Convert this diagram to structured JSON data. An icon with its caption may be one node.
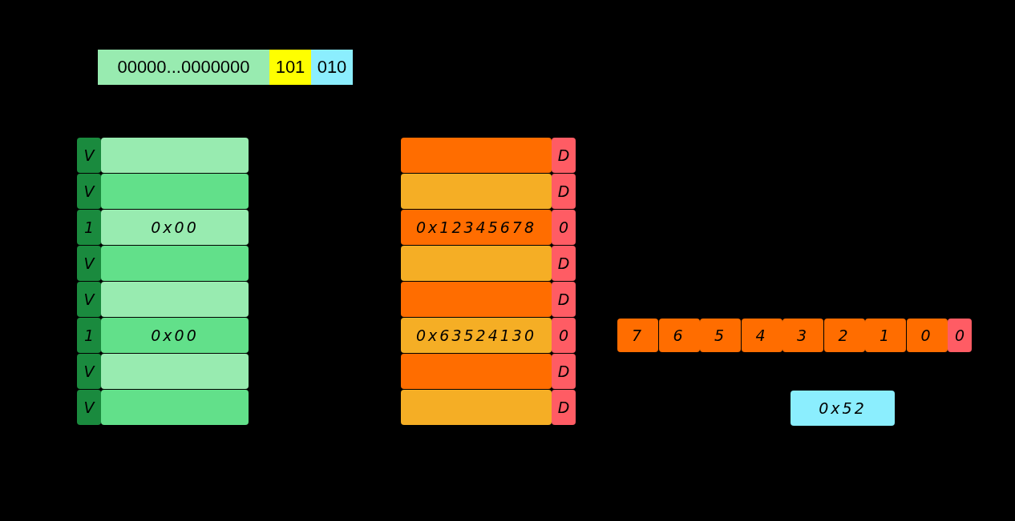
{
  "diagram": {
    "nodes": [
      {
        "text": [
          "00000...0000000"
        ]
      },
      {
        "text": [
          "101"
        ]
      },
      {
        "text": [
          "010"
        ]
      },
      {
        "text": [
          "V"
        ]
      },
      {
        "text": [],
        "shape": "box"
      },
      {
        "text": [
          "V"
        ]
      },
      {
        "text": [],
        "shape": "box"
      },
      {
        "text": [
          "1"
        ]
      },
      {
        "text": [
          "0x00"
        ]
      },
      {
        "text": [
          "V"
        ]
      },
      {
        "text": [],
        "shape": "box"
      },
      {
        "text": [
          "V"
        ]
      },
      {
        "text": [],
        "shape": "box"
      },
      {
        "text": [
          "1"
        ]
      },
      {
        "text": [
          "0x00"
        ]
      },
      {
        "text": [
          "V"
        ]
      },
      {
        "text": [],
        "shape": "box"
      },
      {
        "text": [
          "V"
        ]
      },
      {
        "text": [],
        "shape": "box"
      },
      {
        "text": [],
        "shape": "box"
      },
      {
        "text": [
          "D"
        ]
      },
      {
        "text": [],
        "shape": "box"
      },
      {
        "text": [
          "D"
        ]
      },
      {
        "text": [
          "0x12345678"
        ]
      },
      {
        "text": [
          "0"
        ]
      },
      {
        "text": [],
        "shape": "box"
      },
      {
        "text": [
          "D"
        ]
      },
      {
        "text": [],
        "shape": "box"
      },
      {
        "text": [
          "D"
        ]
      },
      {
        "text": [
          "0x63524130"
        ]
      },
      {
        "text": [
          "0"
        ]
      },
      {
        "text": [],
        "shape": "box"
      },
      {
        "text": [
          "D"
        ]
      },
      {
        "text": [],
        "shape": "box"
      },
      {
        "text": [
          "D"
        ]
      },
      {
        "text": [
          "7"
        ]
      },
      {
        "text": [
          "6"
        ]
      },
      {
        "text": [
          "5"
        ]
      },
      {
        "text": [
          "4"
        ]
      },
      {
        "text": [
          "3"
        ]
      },
      {
        "text": [
          "2"
        ]
      },
      {
        "text": [
          "1"
        ]
      },
      {
        "text": [
          "0"
        ]
      },
      {
        "text": [
          "0"
        ]
      },
      {
        "text": [
          "0x52"
        ]
      }
    ],
    "edges": []
  }
}
